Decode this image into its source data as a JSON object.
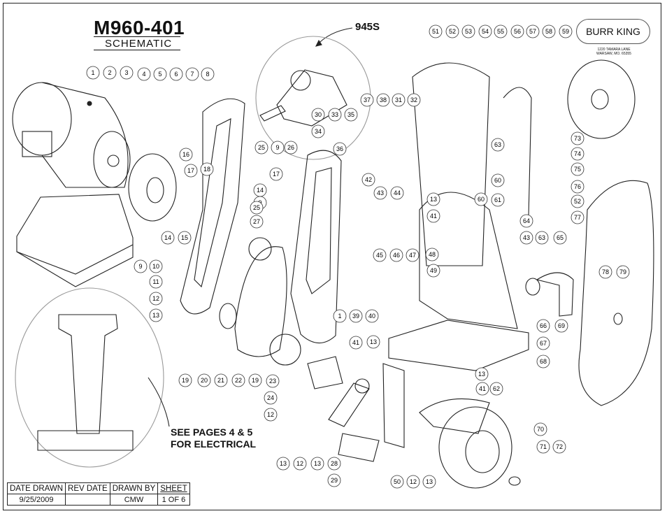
{
  "title": "M960-401",
  "subtitle": "SCHEMATIC",
  "callout": "945S",
  "logo": "BURR KING",
  "address": [
    "1220 TAMARA LANE",
    "WARSAW, MO. 65355"
  ],
  "note": [
    "SEE PAGES 4 & 5",
    "FOR ELECTRICAL"
  ],
  "title_block": {
    "headers": [
      "DATE DRAWN",
      "REV DATE",
      "DRAWN BY",
      "SHEET"
    ],
    "values": [
      "9/25/2009",
      "",
      "CMW",
      "1 OF 6"
    ]
  },
  "balloons": [
    "1",
    "2",
    "3",
    "4",
    "5",
    "6",
    "7",
    "8",
    "16",
    "18",
    "17",
    "14",
    "15",
    "9",
    "10",
    "11",
    "12",
    "13",
    "19",
    "20",
    "21",
    "22",
    "19",
    "23",
    "24",
    "12",
    "13",
    "12",
    "13",
    "28",
    "29",
    "25",
    "9",
    "26",
    "17",
    "14",
    "9",
    "25",
    "27",
    "30",
    "33",
    "35",
    "34",
    "36",
    "37",
    "38",
    "31",
    "32",
    "42",
    "43",
    "44",
    "45",
    "46",
    "47",
    "48",
    "49",
    "50",
    "12",
    "13",
    "1",
    "39",
    "40",
    "41",
    "13",
    "13",
    "41",
    "62",
    "51",
    "52",
    "53",
    "54",
    "55",
    "56",
    "57",
    "58",
    "59",
    "63",
    "60",
    "61",
    "13",
    "41",
    "60",
    "64",
    "43",
    "63",
    "65",
    "73",
    "74",
    "75",
    "76",
    "52",
    "77",
    "78",
    "79",
    "66",
    "69",
    "67",
    "68",
    "70",
    "71",
    "72"
  ]
}
